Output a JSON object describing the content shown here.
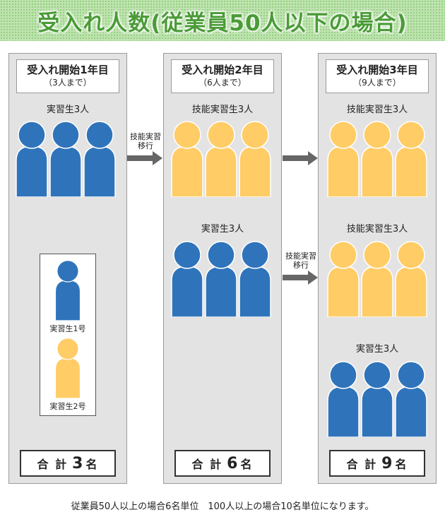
{
  "title": "受入れ人数(従業員50人以下の場合)",
  "colors": {
    "blue": "#2f74bb",
    "yellow": "#ffcc66",
    "header_green": "#4a9b37"
  },
  "columns": [
    {
      "year": "受入れ開始1年目",
      "capacity": "（3人まで）",
      "groups": [
        {
          "label": "実習生3人",
          "count": 3,
          "color": "blue"
        }
      ],
      "detail": [
        {
          "label": "実習生1号",
          "color": "blue"
        },
        {
          "label": "実習生2号",
          "color": "yellow"
        }
      ],
      "total_label": "合 計",
      "total_num": "3",
      "total_unit": "名"
    },
    {
      "year": "受入れ開始2年目",
      "capacity": "（6人まで）",
      "groups": [
        {
          "label": "技能実習生3人",
          "count": 3,
          "color": "yellow"
        },
        {
          "label": "実習生3人",
          "count": 3,
          "color": "blue"
        }
      ],
      "total_label": "合 計",
      "total_num": "6",
      "total_unit": "名"
    },
    {
      "year": "受入れ開始3年目",
      "capacity": "（9人まで）",
      "groups": [
        {
          "label": "技能実習生3人",
          "count": 3,
          "color": "yellow"
        },
        {
          "label": "技能実習生3人",
          "count": 3,
          "color": "yellow"
        },
        {
          "label": "実習生3人",
          "count": 3,
          "color": "blue"
        }
      ],
      "total_label": "合 計",
      "total_num": "9",
      "total_unit": "名"
    }
  ],
  "arrows": [
    {
      "label_line1": "技能実習",
      "label_line2": "移行"
    },
    {
      "label_line1": "",
      "label_line2": ""
    },
    {
      "label_line1": "技能実習",
      "label_line2": "移行"
    }
  ],
  "footnote": "従業員50人以上の場合6名単位　100人以上の場合10名単位になります。"
}
